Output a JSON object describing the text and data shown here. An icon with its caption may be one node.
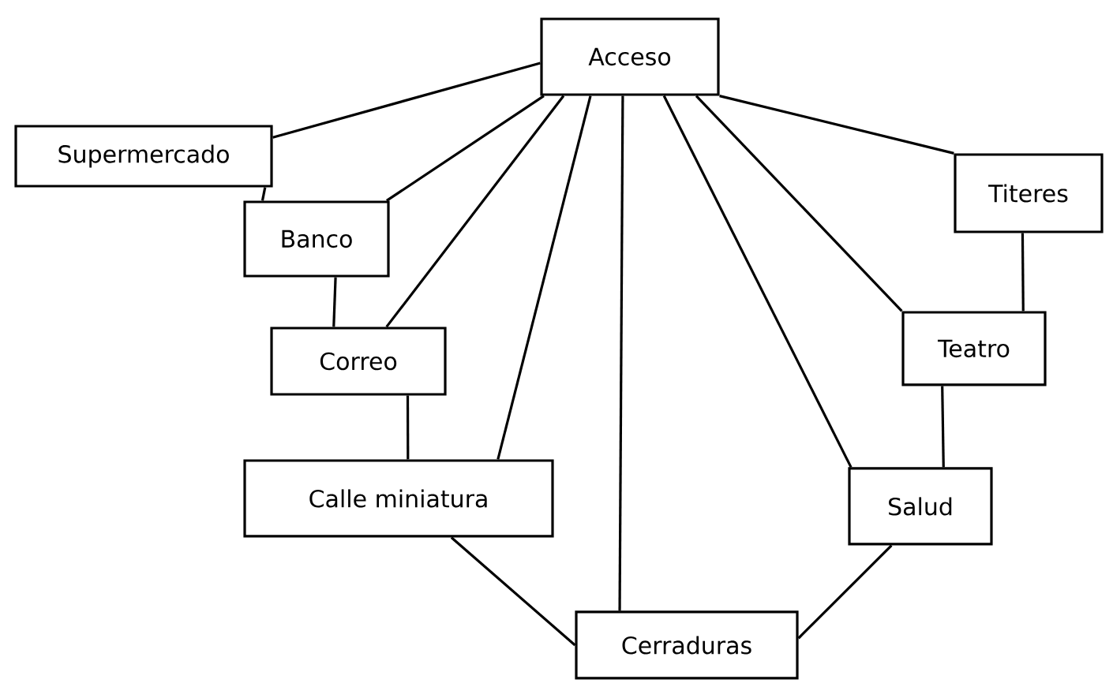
{
  "diagram": {
    "nodes": [
      {
        "text": [
          "Acceso"
        ]
      },
      {
        "text": [
          "Supermercado"
        ]
      },
      {
        "text": [
          "Banco"
        ]
      },
      {
        "text": [
          "Titeres"
        ]
      },
      {
        "text": [
          "Correo"
        ]
      },
      {
        "text": [
          "Teatro"
        ]
      },
      {
        "text": [
          "Calle miniatura"
        ]
      },
      {
        "text": [
          "Salud"
        ]
      },
      {
        "text": [
          "Cerraduras"
        ]
      }
    ],
    "edges": [
      {
        "from": 0,
        "to": 1,
        "arrow": "none"
      },
      {
        "from": 0,
        "to": 2,
        "arrow": "none"
      },
      {
        "from": 0,
        "to": 4,
        "arrow": "none"
      },
      {
        "from": 0,
        "to": 6,
        "arrow": "none"
      },
      {
        "from": 0,
        "to": 8,
        "arrow": "none"
      },
      {
        "from": 0,
        "to": 7,
        "arrow": "none"
      },
      {
        "from": 0,
        "to": 5,
        "arrow": "none"
      },
      {
        "from": 0,
        "to": 3,
        "arrow": "none"
      },
      {
        "from": 1,
        "to": 2,
        "arrow": "none"
      },
      {
        "from": 2,
        "to": 4,
        "arrow": "none"
      },
      {
        "from": 4,
        "to": 6,
        "arrow": "none"
      },
      {
        "from": 6,
        "to": 8,
        "arrow": "none"
      },
      {
        "from": 8,
        "to": 7,
        "arrow": "none"
      },
      {
        "from": 7,
        "to": 5,
        "arrow": "none"
      },
      {
        "from": 5,
        "to": 3,
        "arrow": "none"
      }
    ]
  }
}
